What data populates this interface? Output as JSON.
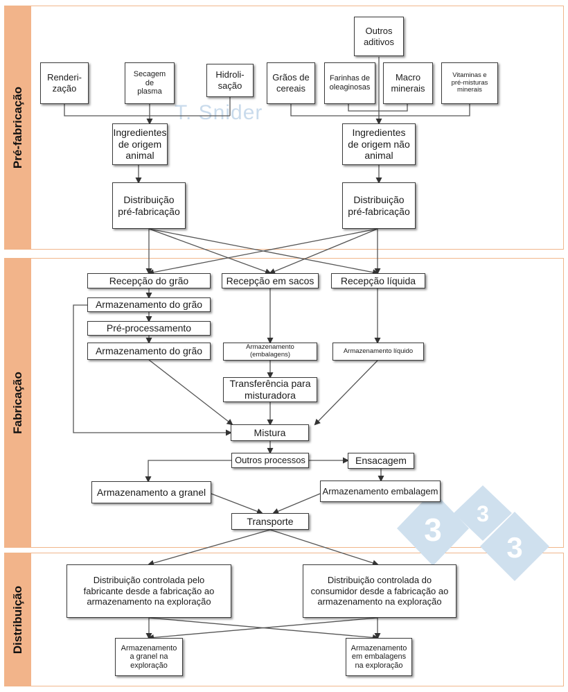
{
  "sections": {
    "pre": "Pré-fabricação",
    "fab": "Fabricação",
    "dist": "Distribuição"
  },
  "watermark": "T. Snider",
  "logo_digits": [
    "3",
    "3",
    "3"
  ],
  "colors": {
    "section_fill": "#f2b48a",
    "section_border": "#f0b58a",
    "logo": "#cfe0ee"
  },
  "nodes": {
    "outros_aditivos": "Outros\naditivos",
    "renderizacao": "Renderi-\nzação",
    "secagem_plasma": "Secagem\nde\nplasma",
    "hidrolisacao": "Hidroli-\nsação",
    "graos_cereais": "Grãos de\ncereais",
    "farinhas_oleaginosas": "Farinhas de\noleaginosas",
    "macro_minerais": "Macro\nminerais",
    "vitaminas": "Vitaminas e\npré-misturas\nminerais",
    "ingr_animal": "Ingredientes\nde origem\nanimal",
    "ingr_nao_animal": "Ingredientes\nde origem não\nanimal",
    "dist_pre_1": "Distribuição\npré-fabricação",
    "dist_pre_2": "Distribuição\npré-fabricação",
    "recepcao_grao": "Recepção do grão",
    "recepcao_sacos": "Recepção em sacos",
    "recepcao_liquida": "Recepção líquida",
    "armazen_grao_1": "Armazenamento do grão",
    "pre_processamento": "Pré-processamento",
    "armazen_grao_2": "Armazenamento do grão",
    "armazen_embalagens": "Armazenamento\n(embalagens)",
    "armazen_liquido": "Armazenamento líquido",
    "transferencia": "Transferência para\nmisturadora",
    "mistura": "Mistura",
    "outros_processos": "Outros processos",
    "ensacagem": "Ensacagem",
    "armazen_granel": "Armazenamento a granel",
    "armazen_embalagem": "Armazenamento embalagem",
    "transporte": "Transporte",
    "dist_fabricante": "Distribuição controlada pelo\nfabricante desde a fabricação ao\narmazenamento na exploração",
    "dist_consumidor": "Distribuição controlada do\nconsumidor desde a fabricação ao\narmazenamento na exploração",
    "armazen_granel_expl": "Armazenamento\na granel na\nexploração",
    "armazen_emb_expl": "Armazenamento\nem embalagens\nna exploração"
  }
}
